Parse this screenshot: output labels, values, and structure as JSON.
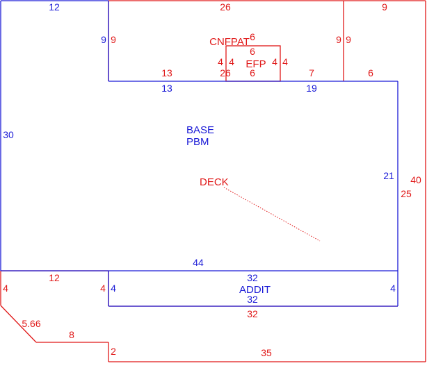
{
  "colors": {
    "blue": "#1a1ad6",
    "red": "#e01818",
    "background": "#ffffff"
  },
  "blue_labels": {
    "top_left": "12",
    "left_upper_a": "9",
    "left_30": "30",
    "bottom_13": "13",
    "bottom_19": "19",
    "right_21": "21",
    "mid_44": "44",
    "addit_left_4": "4",
    "addit_right_4": "4",
    "addit_top_32": "32",
    "addit_bottom_32": "32"
  },
  "red_labels": {
    "left_upper_9": "9",
    "top_26": "26",
    "top_right_9": "9",
    "inner_right_9a": "9",
    "inner_right_9b": "9",
    "cell_6_top": "6",
    "cell_6_mid": "6",
    "cell_4_a": "4",
    "cell_4_b": "4",
    "cell_4_c": "4",
    "cell_4_d": "4",
    "cell_13": "13",
    "cell_26": "26",
    "cell_6_bottom": "6",
    "cell_7": "7",
    "right_6": "6",
    "right_40": "40",
    "right_25": "25",
    "lower_12": "12",
    "left_4": "4",
    "addit_left_4_red": "4",
    "bottom_32": "32",
    "diag_566": "5.66",
    "step_8": "8",
    "step_2": "2",
    "bottom_35": "35"
  },
  "area_names": {
    "base": "BASE",
    "pbm": "PBM",
    "deck": "DECK",
    "addit": "ADDIT",
    "efp": "EFP",
    "overlap": "CNFPAT"
  }
}
